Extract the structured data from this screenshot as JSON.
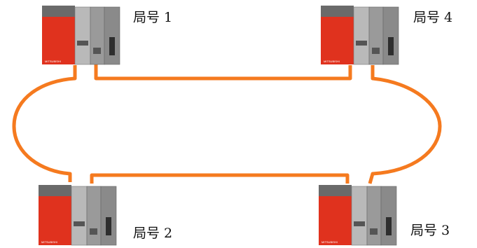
{
  "stations": [
    {
      "label": "局号 1",
      "brand": "MITSUBISHI"
    },
    {
      "label": "局号 4",
      "brand": "MITSUBISHI"
    },
    {
      "label": "局号 2",
      "brand": "MITSUBISHI"
    },
    {
      "label": "局号 3",
      "brand": "MITSUBISHI"
    }
  ],
  "colors": {
    "cable": "#f57a1f",
    "cpu_red": "#e0321e",
    "module_gray": "#9a9a9a"
  }
}
